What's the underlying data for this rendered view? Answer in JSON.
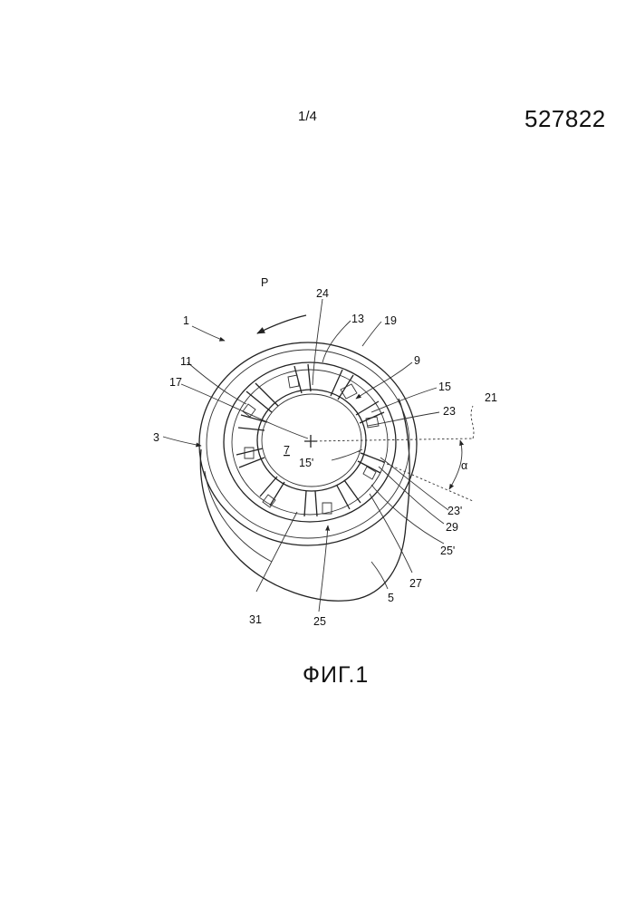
{
  "header": {
    "sheet_number": "1/4",
    "document_number": "527822"
  },
  "figure": {
    "caption": "ФИГ.1",
    "labels": {
      "l1": "1",
      "l3": "3",
      "l5": "5",
      "l7": "7",
      "l9": "9",
      "l11": "11",
      "l13": "13",
      "l15": "15",
      "l15p": "15'",
      "l17": "17",
      "l19": "19",
      "l21": "21",
      "l23": "23",
      "l23p": "23'",
      "l24": "24",
      "l25": "25",
      "l25p": "25'",
      "l27": "27",
      "l29": "29",
      "l31": "31",
      "lP": "P",
      "lalpha": "α"
    }
  }
}
